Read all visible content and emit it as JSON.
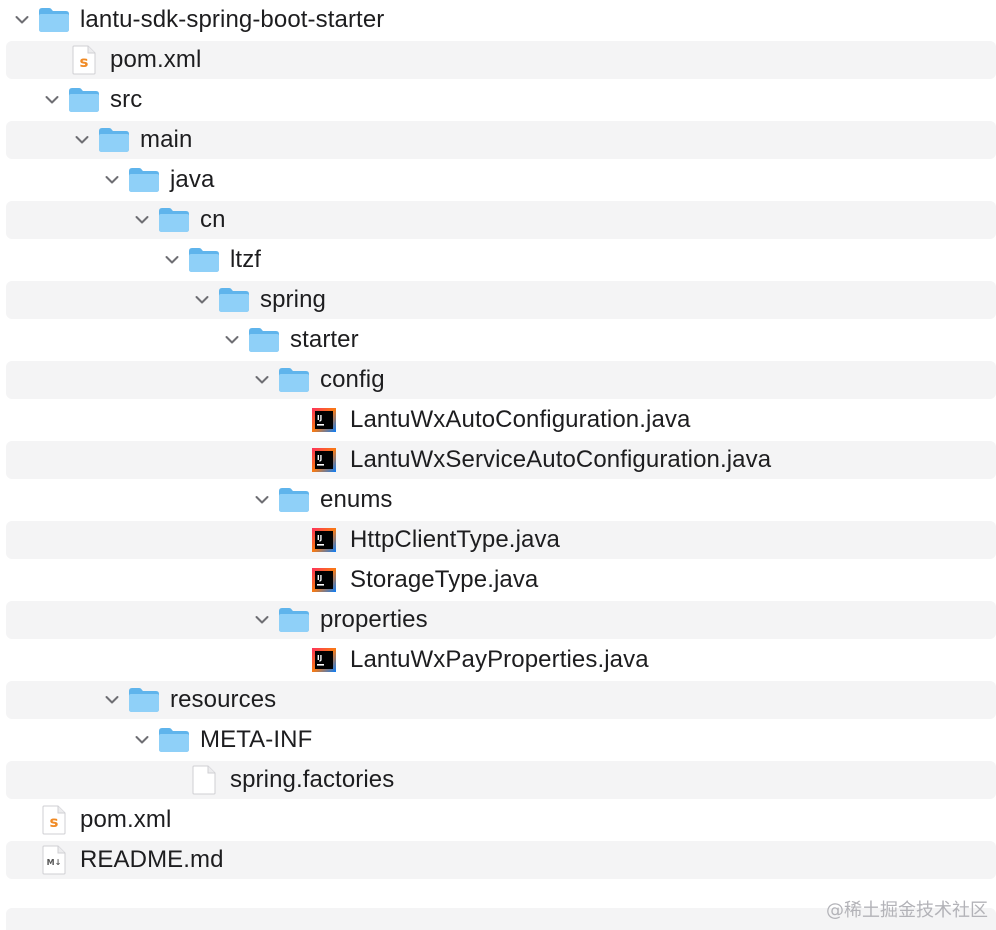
{
  "tree": [
    {
      "depth": 0,
      "type": "folder",
      "expanded": true,
      "name": "lantu-sdk-spring-boot-starter"
    },
    {
      "depth": 1,
      "type": "maven",
      "name": "pom.xml"
    },
    {
      "depth": 1,
      "type": "folder",
      "expanded": true,
      "name": "src"
    },
    {
      "depth": 2,
      "type": "folder",
      "expanded": true,
      "name": "main"
    },
    {
      "depth": 3,
      "type": "folder",
      "expanded": true,
      "name": "java"
    },
    {
      "depth": 4,
      "type": "folder",
      "expanded": true,
      "name": "cn"
    },
    {
      "depth": 5,
      "type": "folder",
      "expanded": true,
      "name": "ltzf"
    },
    {
      "depth": 6,
      "type": "folder",
      "expanded": true,
      "name": "spring"
    },
    {
      "depth": 7,
      "type": "folder",
      "expanded": true,
      "name": "starter"
    },
    {
      "depth": 8,
      "type": "folder",
      "expanded": true,
      "name": "config"
    },
    {
      "depth": 9,
      "type": "java",
      "name": "LantuWxAutoConfiguration.java"
    },
    {
      "depth": 9,
      "type": "java",
      "name": "LantuWxServiceAutoConfiguration.java"
    },
    {
      "depth": 8,
      "type": "folder",
      "expanded": true,
      "name": "enums"
    },
    {
      "depth": 9,
      "type": "java",
      "name": "HttpClientType.java"
    },
    {
      "depth": 9,
      "type": "java",
      "name": "StorageType.java"
    },
    {
      "depth": 8,
      "type": "folder",
      "expanded": true,
      "name": "properties"
    },
    {
      "depth": 9,
      "type": "java",
      "name": "LantuWxPayProperties.java"
    },
    {
      "depth": 3,
      "type": "folder",
      "expanded": true,
      "name": "resources"
    },
    {
      "depth": 4,
      "type": "folder",
      "expanded": true,
      "name": "META-INF"
    },
    {
      "depth": 5,
      "type": "generic",
      "name": "spring.factories"
    },
    {
      "depth": 0,
      "type": "maven",
      "name": "pom.xml"
    },
    {
      "depth": 0,
      "type": "markdown",
      "name": "README.md"
    }
  ],
  "watermark": "@稀土掘金技术社区",
  "colors": {
    "folder_back": "#5fb4ec",
    "folder_front": "#8fd0f8",
    "alt_row": "#f4f4f5",
    "text": "#1d1d1f",
    "chevron": "#6e6e73"
  },
  "icons": {
    "folder": "folder-icon",
    "maven": "maven-xml-file-icon",
    "java": "intellij-java-file-icon",
    "generic": "blank-document-icon",
    "markdown": "markdown-file-icon"
  }
}
